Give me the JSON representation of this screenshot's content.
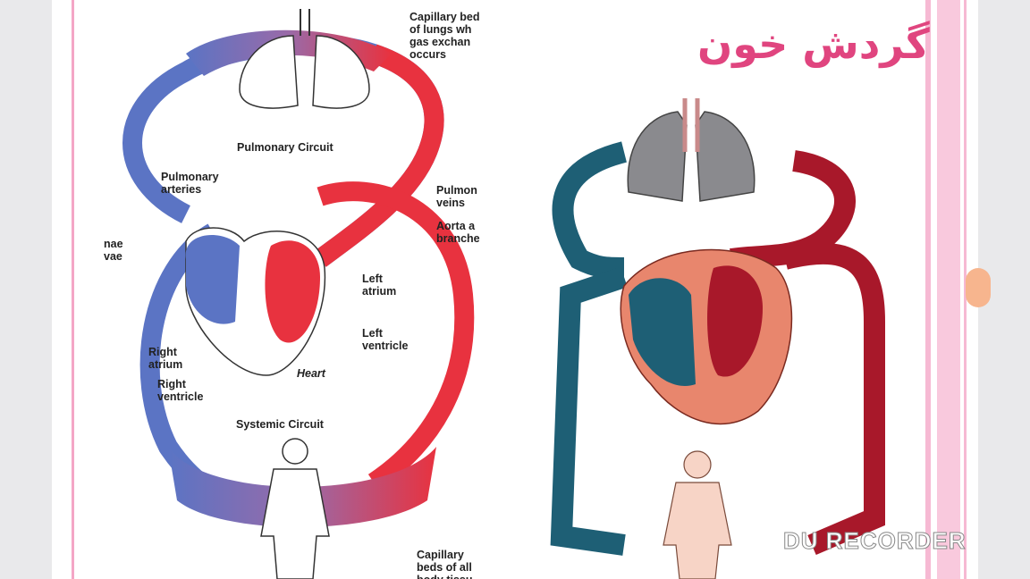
{
  "title": "گردش خون",
  "left_diagram": {
    "labels": {
      "capillary_lungs": "Capillary bed\nof lungs wh\ngas exchan\noccurs",
      "pulmonary_circuit": "Pulmonary Circuit",
      "pulmonary_arteries": "Pulmonary\narteries",
      "pulmonary_veins": "Pulmon\nveins",
      "aorta": "Aorta a\nbranche",
      "venae_cavae": "nae\nvae",
      "left_atrium": "Left\natrium",
      "left_ventricle": "Left\nventricle",
      "right_atrium": "Right\natrium",
      "right_ventricle": "Right\nventricle",
      "heart": "Heart",
      "systemic_circuit": "Systemic Circuit",
      "capillary_body": "Capillary\nbeds of all\nbody tissu"
    }
  },
  "watermark": "DU RECORDER",
  "colors": {
    "artery": "#e8323f",
    "vein": "#4f6fc0",
    "teal": "#1e5f75",
    "darkred": "#a8182a",
    "title": "#e0457f",
    "pink_border": "#f4a6c6"
  }
}
